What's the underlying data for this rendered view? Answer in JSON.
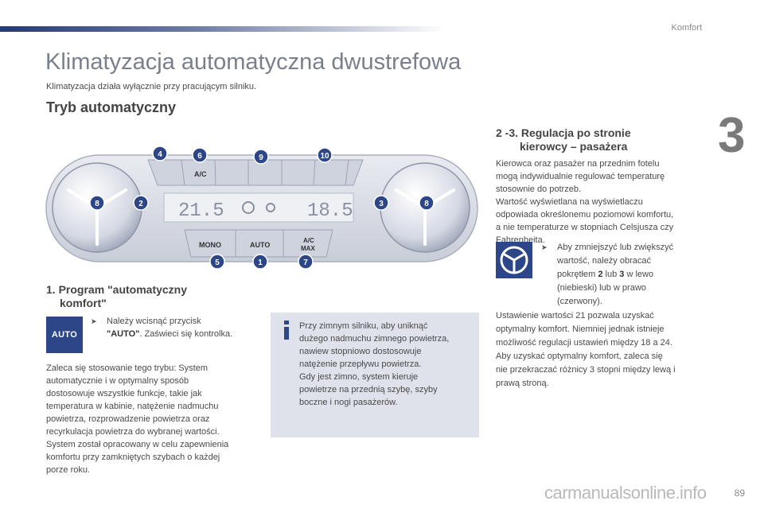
{
  "header": {
    "section": "Komfort",
    "chapter": "3"
  },
  "title": "Klimatyzacja automatyczna dwustrefowa",
  "intro": "Klimatyzacja działa wyłącznie przy pracującym silniku.",
  "mode_heading": "Tryb automatyczny",
  "panel": {
    "left_temp": "21.5",
    "right_temp": "18.5",
    "buttons": {
      "ac": "A/C",
      "mono": "MONO",
      "auto": "AUTO",
      "acmax_1": "A/C",
      "acmax_2": "MAX"
    },
    "callouts": [
      "4",
      "6",
      "9",
      "10",
      "8",
      "2",
      "3",
      "8",
      "5",
      "1",
      "7"
    ]
  },
  "section1": {
    "heading_line1": "1. Program \"automatyczny",
    "heading_line2": "komfort\"",
    "icon_label": "AUTO",
    "bullet_line1": "Należy wcisnąć przycisk",
    "bullet_bold": "\"AUTO\"",
    "bullet_rest": ". Zaświeci się kontrolka.",
    "body": [
      "Zaleca się stosowanie tego trybu: System",
      "automatycznie i w optymalny sposób",
      "dostosowuje wszystkie funkcje, takie jak",
      "temperatura w kabinie, natężenie nadmuchu",
      "powietrza, rozprowadzenie powietrza oraz",
      "recyrkulacja powietrza do wybranej wartości.",
      "System został opracowany w celu zapewnienia",
      "komfortu przy zamkniętych szybach o każdej",
      "porze roku."
    ]
  },
  "info": [
    "Przy zimnym silniku, aby uniknąć",
    "dużego nadmuchu zimnego powietrza,",
    "nawiew stopniowo dostosowuje",
    "natężenie przepływu powietrza.",
    "Gdy jest zimno, system kieruje",
    "powietrze na przednią szybę, szyby",
    "boczne i nogi pasażerów."
  ],
  "section23": {
    "heading_line1": "2 -3. Regulacja po stronie",
    "heading_line2": "kierowcy – pasażera",
    "body": [
      "Kierowca oraz pasażer na przednim fotelu",
      "mogą indywidualnie regulować temperaturę",
      "stosownie do potrzeb.",
      "Wartość wyświetlana na wyświetlaczu",
      "odpowiada określonemu poziomowi komfortu,",
      "a nie temperaturze w stopniach Celsjusza czy",
      "Fahrenheita."
    ],
    "bullet_l1": "Aby zmniejszyć lub zwiększyć",
    "bullet_l2": "wartość, należy obracać",
    "bullet_l3a": "pokrętłem ",
    "bullet_l3b": "2",
    "bullet_l3c": " lub ",
    "bullet_l3d": "3",
    "bullet_l3e": " w lewo",
    "bullet_l4": "(niebieski) lub w prawo",
    "bullet_l5": "(czerwony).",
    "body2": [
      "Ustawienie wartości 21 pozwala uzyskać",
      "optymalny komfort. Niemniej jednak istnieje",
      "możliwość regulacji ustawień między 18 a 24.",
      "Aby uzyskać optymalny komfort, zaleca się",
      "nie przekraczać różnicy 3 stopni między lewą i",
      "prawą stroną."
    ]
  },
  "page_number": "89",
  "watermark": "carmanualsonline.info",
  "colors": {
    "accent": "#2d4687",
    "info_bg": "#dfe2eb",
    "callout": "#2d4687"
  }
}
